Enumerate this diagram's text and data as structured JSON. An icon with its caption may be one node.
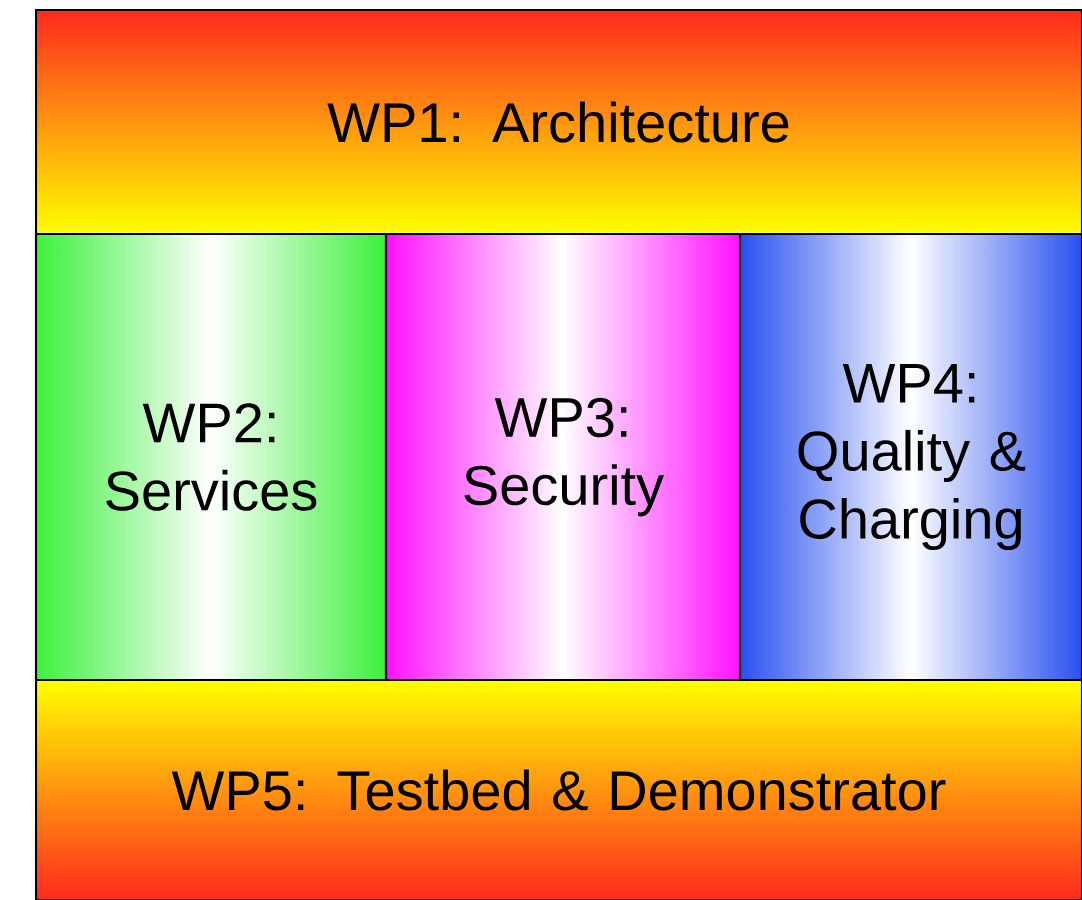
{
  "diagram": {
    "nodes": [
      {
        "text": [
          "WP1: Architecture"
        ]
      },
      {
        "text": [
          "WP2: Services"
        ]
      },
      {
        "text": [
          "WP3: Security"
        ]
      },
      {
        "text": [
          "WP4: Quality & Charging"
        ]
      },
      {
        "text": [
          "WP5: Testbed & Demonstrator"
        ]
      }
    ]
  }
}
